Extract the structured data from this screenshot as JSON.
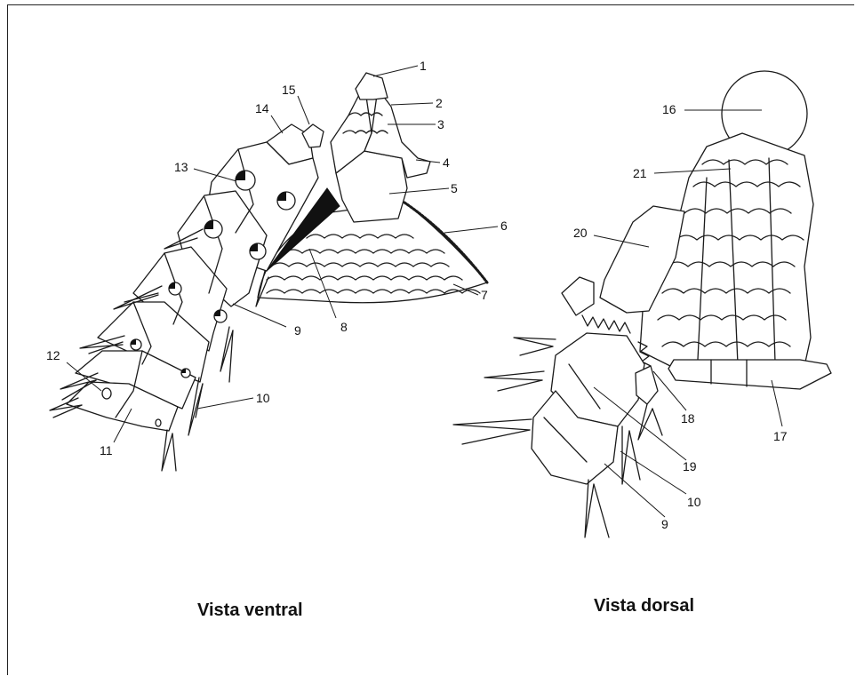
{
  "captions": {
    "ventral": "Vista ventral",
    "dorsal": "Vista dorsal"
  },
  "labels": {
    "l1": "1",
    "l2": "2",
    "l3": "3",
    "l4": "4",
    "l5": "5",
    "l6": "6",
    "l7": "7",
    "l8": "8",
    "l9a": "9",
    "l10a": "10",
    "l11": "11",
    "l12": "12",
    "l13": "13",
    "l14": "14",
    "l15": "15",
    "l16": "16",
    "l17": "17",
    "l18": "18",
    "l19": "19",
    "l9b": "9",
    "l10b": "10",
    "l20": "20",
    "l21": "21"
  }
}
